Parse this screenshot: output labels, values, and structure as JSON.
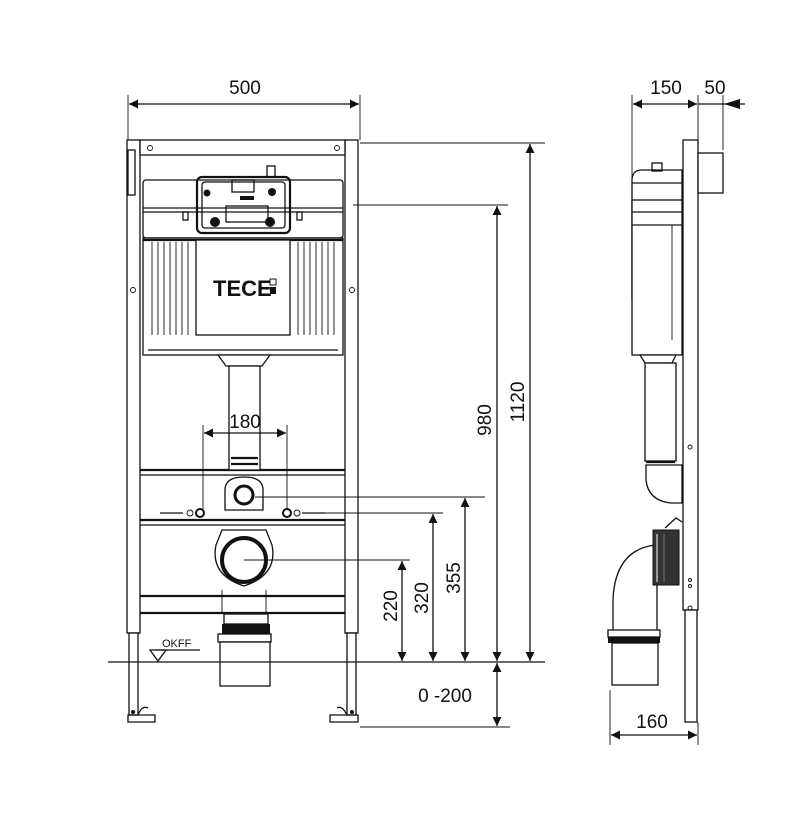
{
  "drawing": {
    "brand_logo": "TECE",
    "floor_mark": "OKFF",
    "front_view": {
      "width": "500",
      "stud_spacing": "180",
      "total_height": "1120",
      "flush_height": "980",
      "connection_height": "355",
      "stud_height": "320",
      "outlet_height": "220",
      "leg_adjust": "0 -200"
    },
    "side_view": {
      "depth": "150",
      "panel_offset": "50",
      "outlet_depth": "160"
    }
  }
}
